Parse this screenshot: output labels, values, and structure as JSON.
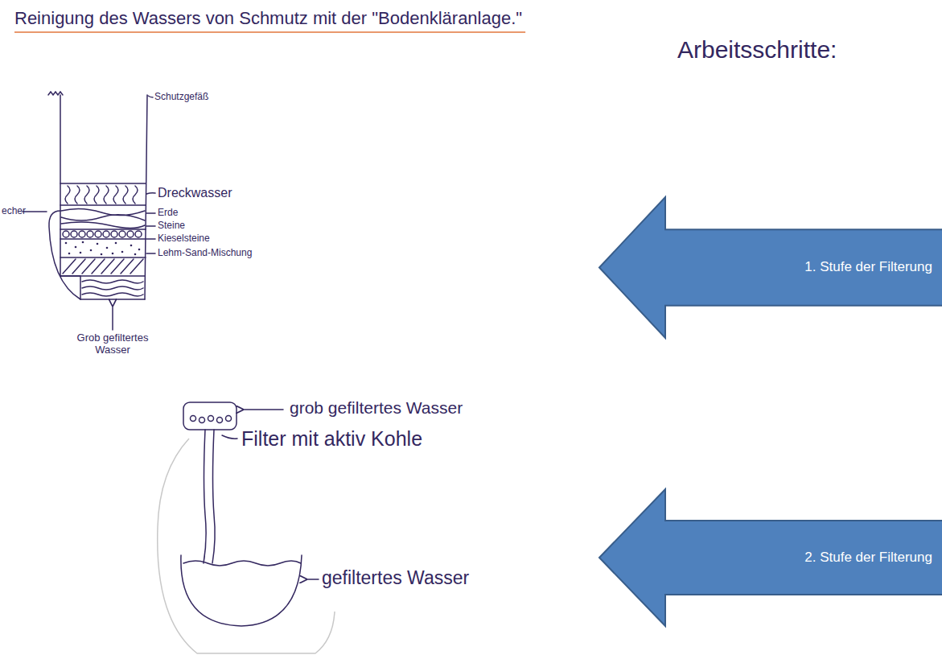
{
  "diagram": {
    "title": "Reinigung des Wassers von Schmutz mit der \"Bodenkläranlage.\"",
    "nodes": [
      {
        "text": [
          "1. Stufe der Filterung"
        ]
      },
      {
        "text": [
          "2. Stufe der Filterung"
        ]
      }
    ],
    "labels": [
      "Arbeitsschritte:",
      "Schutzgefäß",
      "Dreckwasser",
      "Erde",
      "Steine",
      "Kieselsteine",
      "Lehm-Sand-Mischung",
      "echer",
      "Grob gefiltertes Wasser",
      "grob gefiltertes Wasser",
      "Filter mit aktiv Kohle",
      "gefiltertes Wasser"
    ]
  }
}
